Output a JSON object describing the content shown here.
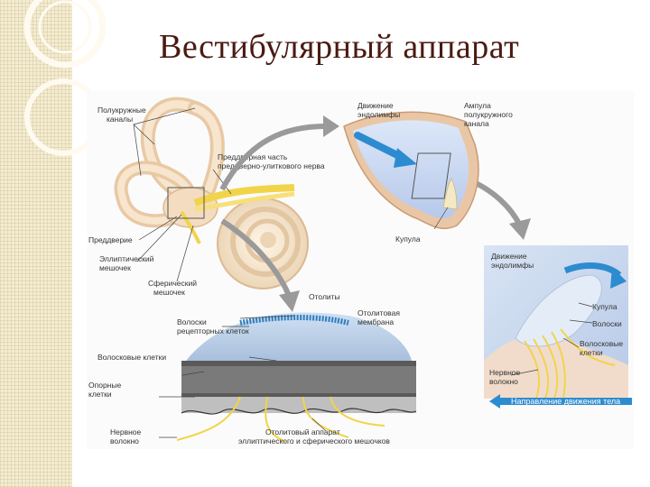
{
  "slide": {
    "title": "Вестибулярный аппарат"
  },
  "figure": {
    "labels": {
      "semicircular_canals": [
        "Полукружные",
        "каналы"
      ],
      "vestibular_nerve": [
        "Преддверная часть",
        "преддверно-улиткового нерва"
      ],
      "vestibule": "Преддверие",
      "utricle": [
        "Эллиптический",
        "мешочек"
      ],
      "saccule": [
        "Сферический",
        "мешочек"
      ],
      "endolymph_motion_top": [
        "Движение",
        "эндолимфы"
      ],
      "ampulla": [
        "Ампула",
        "полукружного",
        "канала"
      ],
      "cupula_top": "Купула",
      "endolymph_motion_right": [
        "Движение",
        "эндолимфы"
      ],
      "cupula_right": "Купула",
      "hairs_right": "Волоски",
      "hair_cells_right": [
        "Волосковые",
        "клетки"
      ],
      "nerve_fiber_right": [
        "Нервное",
        "волокно"
      ],
      "head_motion": "Направление движения тела",
      "otoliths": "Отолиты",
      "otolith_membrane": [
        "Отолитовая",
        "мембрана"
      ],
      "receptor_hairs": [
        "Волоски",
        "рецепторных клеток"
      ],
      "hair_cells_bottom": "Волосковые клетки",
      "supporting_cells": [
        "Опорные",
        "клетки"
      ],
      "nerve_fiber_bottom": [
        "Нервное",
        "волокно"
      ],
      "otolith_apparatus": [
        "Отолитовый аппарат",
        "эллиптического и сферического мешочков"
      ]
    }
  }
}
